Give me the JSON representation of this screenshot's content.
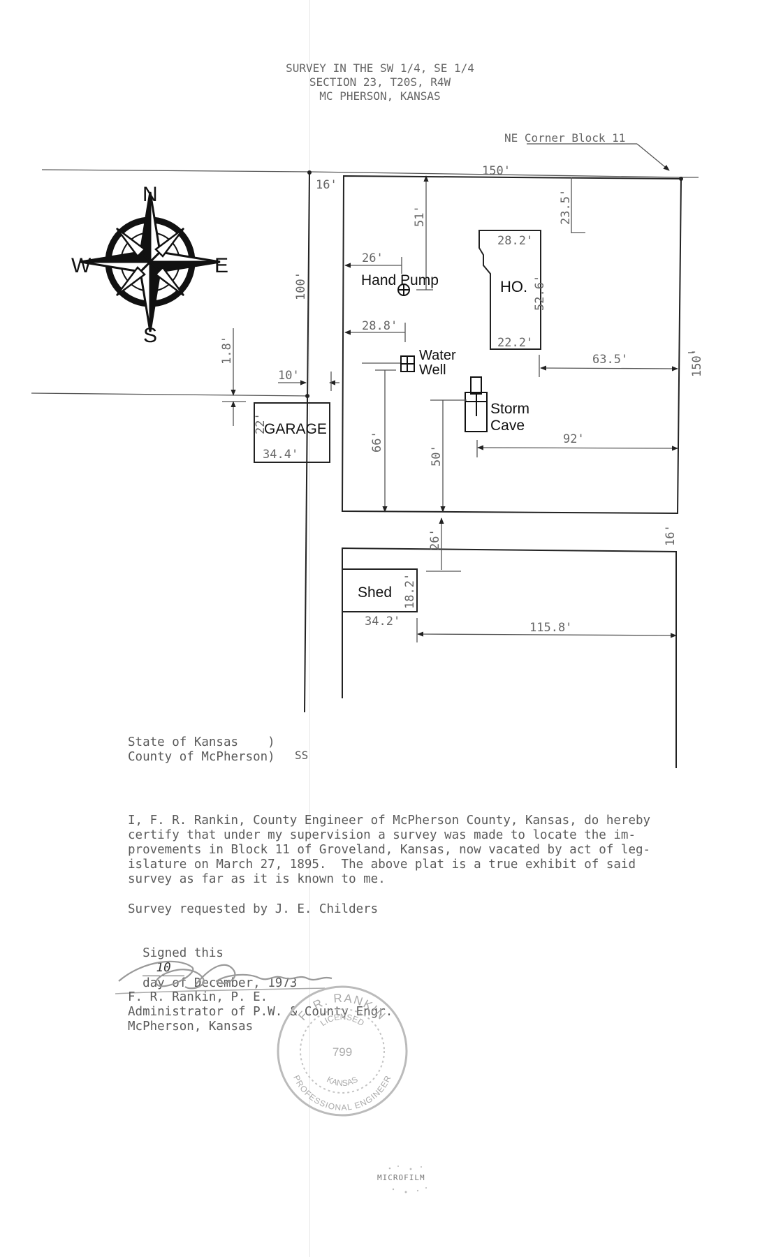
{
  "header": {
    "line1": "SURVEY IN THE SW 1/4, SE 1/4",
    "line2": "SECTION 23, T20S, R4W",
    "line3": "MC PHERSON, KANSAS"
  },
  "plat": {
    "ne_corner_label": "NE Corner Block 11",
    "compass": {
      "n": "N",
      "s": "S",
      "e": "E",
      "w": "W"
    },
    "dims": {
      "top_width": "150'",
      "right_height": "150'",
      "alley_width": "16'",
      "alley_width_south": "16'",
      "west_length": "100'",
      "offset_1_8": "1.8'",
      "offset_10": "10'",
      "house_to_north": "23.5'",
      "pump_to_north": "51'",
      "pump_to_west": "26'",
      "well_to_west": "28.8'",
      "well_to_south": "66'",
      "cave_to_south": "50'",
      "house_to_east": "63.5'",
      "cave_to_east": "92'",
      "shed_to_block": "26'",
      "shed_to_east": "115.8'",
      "house_top": "28.2'",
      "house_side": "52.6'",
      "house_bottom": "22.2'",
      "garage_width": "34.4'",
      "garage_depth": "22'",
      "shed_width": "34.2'",
      "shed_depth": "18.2'"
    },
    "features": {
      "hand_pump": "Hand Pump",
      "house": "HO.",
      "water_well_1": "Water",
      "water_well_2": "Well",
      "storm_cave_1": "Storm",
      "storm_cave_2": "Cave",
      "garage": "GARAGE",
      "shed": "Shed"
    }
  },
  "certificate": {
    "state_line": "State of Kansas    )",
    "county_line": "County of McPherson)",
    "ss": "SS",
    "para_1": "I, F. R. Rankin, County Engineer of McPherson County, Kansas, do hereby",
    "para_2": "certify that under my supervision a survey was made to locate the im-",
    "para_3": "provements in Block 11 of Groveland, Kansas, now vacated by act of leg-",
    "para_4": "islature on March 27, 1895.  The above plat is a true exhibit of said",
    "para_5": "survey as far as it is known to me.",
    "requested_by": "Survey requested by J. E. Childers",
    "signed_prefix": "Signed this",
    "signed_day": "10",
    "signed_suffix": "day of December, 1973",
    "signature_script": "F. R. Rankin",
    "signer_name": "F. R. Rankin, P. E.",
    "signer_title": "Administrator of P.W. & County Engr.",
    "signer_location": "McPherson, Kansas"
  },
  "seal": {
    "name": "F. R. RANKIN",
    "licensed": "LICENSED",
    "number": "799",
    "state": "KANSAS",
    "professional": "PROFESSIONAL ENGINEER"
  },
  "footer": {
    "microfilm": "MICROFILM"
  }
}
